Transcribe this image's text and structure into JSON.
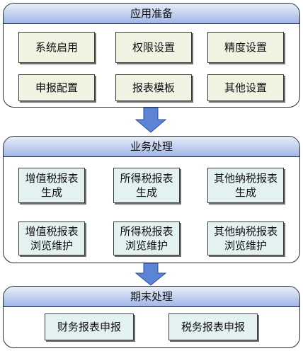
{
  "sections": [
    {
      "title": "应用准备",
      "items": [
        "系统启用",
        "权限设置",
        "精度设置",
        "申报配置",
        "报表模板",
        "其他设置"
      ]
    },
    {
      "title": "业务处理",
      "items": [
        [
          "增值税报表",
          "生成"
        ],
        [
          "所得税报表",
          "生成"
        ],
        [
          "其他纳税报表",
          "生成"
        ],
        [
          "增值税报表",
          "浏览维护"
        ],
        [
          "所得税报表",
          "浏览维护"
        ],
        [
          "其他纳税报表",
          "浏览维护"
        ]
      ]
    },
    {
      "title": "期末处理",
      "items": [
        "财务报表申报",
        "税务报表申报"
      ]
    }
  ],
  "colors": {
    "header_top": "#e8eef9",
    "header_bottom": "#9fb6e6",
    "box_green": "#eef3e2",
    "box_cyan": "#e3f1f1",
    "arrow": "#5b84d6"
  }
}
